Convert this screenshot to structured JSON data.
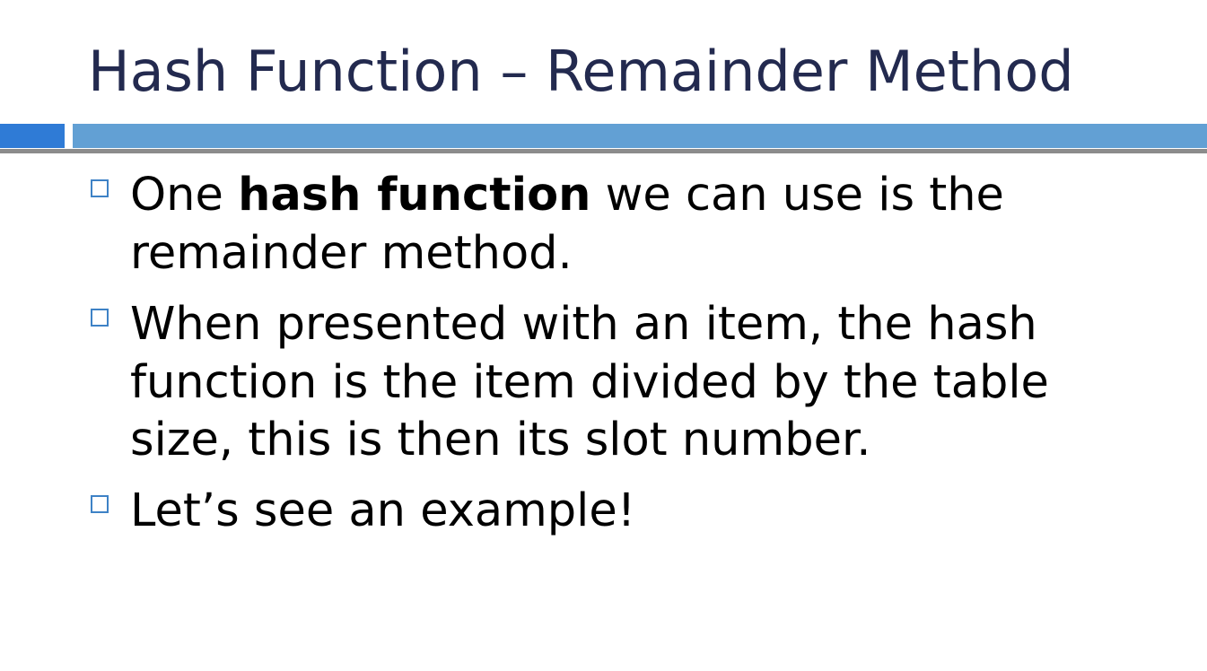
{
  "slide": {
    "title": "Hash Function – Remainder Method",
    "bullets": [
      {
        "before": "One ",
        "bold": "hash function",
        "after": " we can use is the remainder method."
      },
      {
        "text": "When presented with an item, the hash function is the item divided by the table size, this is then its slot number."
      },
      {
        "text": "Let’s see an example!"
      }
    ]
  },
  "colors": {
    "title": "#232a4f",
    "accent_block": "#2f7bd6",
    "title_band": "#62a0d4",
    "rule": "#8c8c8c",
    "bullet_marker": "#3e82c6"
  },
  "icons": {
    "bullet_marker": "hollow-square-bullet-icon"
  }
}
